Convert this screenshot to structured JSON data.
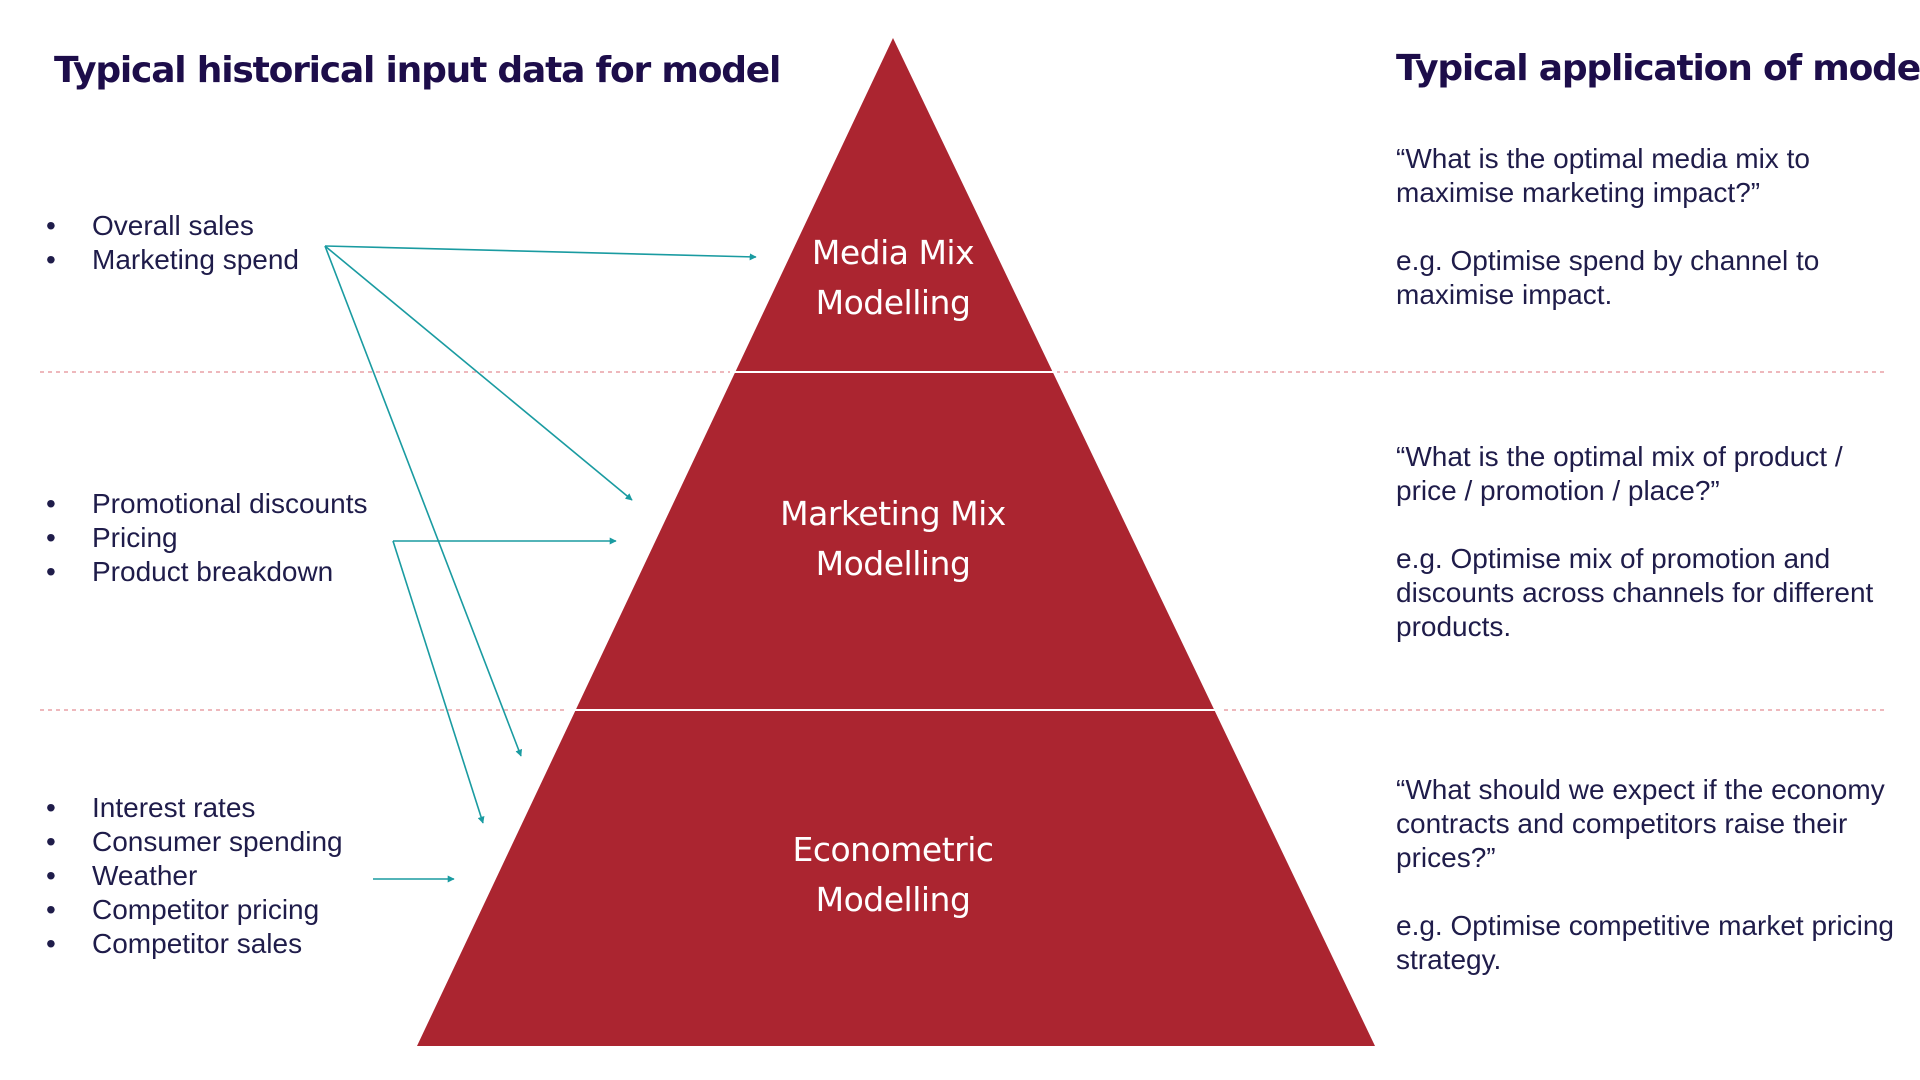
{
  "headings": {
    "left": "Typical historical input data for model",
    "right": "Typical application of model"
  },
  "inputs": {
    "top": [
      "Overall sales",
      "Marketing spend"
    ],
    "middle": [
      "Promotional discounts",
      "Pricing",
      "Product breakdown"
    ],
    "bottom": [
      "Interest rates",
      "Consumer spending",
      "Weather",
      "Competitor pricing",
      "Competitor sales"
    ],
    "bullet": "•"
  },
  "tiers": {
    "top": [
      "Media Mix",
      "Modelling"
    ],
    "middle": [
      "Marketing Mix",
      "Modelling"
    ],
    "bottom": [
      "Econometric",
      "Modelling"
    ]
  },
  "applications": {
    "top": {
      "question": "“What is the optimal media mix to maximise marketing impact?”",
      "example": "e.g. Optimise spend by channel to maximise impact."
    },
    "middle": {
      "question": "“What is the optimal mix of product / price / promotion / place?”",
      "example": "e.g. Optimise mix of promotion and discounts across channels for different products."
    },
    "bottom": {
      "question": "“What should we expect if the economy contracts and competitors raise their prices?”",
      "example": "e.g. Optimise competitive market pricing strategy."
    }
  },
  "colors": {
    "pyramid": "#ab2530",
    "arrow": "#1a9ba1",
    "divider": "#e8a1a5",
    "heading": "#1d0d4a"
  }
}
